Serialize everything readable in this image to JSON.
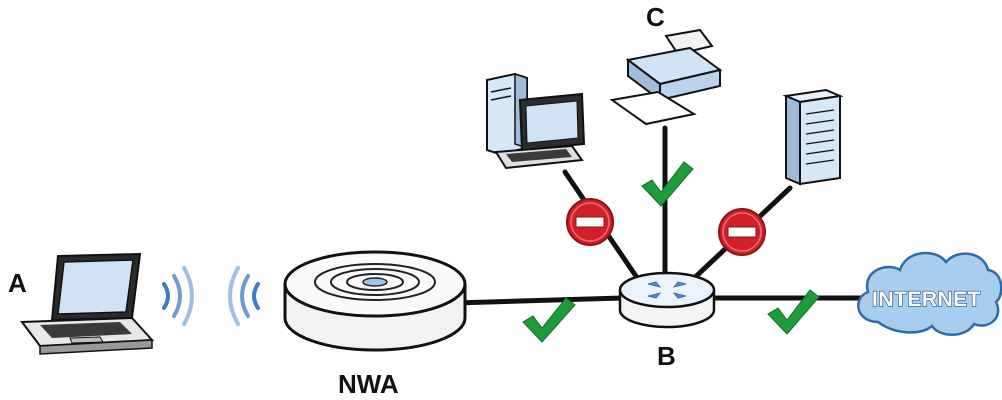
{
  "labels": {
    "laptop": "A",
    "switch": "B",
    "printer": "C",
    "access_point": "NWA",
    "cloud": "INTERNET"
  },
  "colors": {
    "line": "#111111",
    "check": "#1e9c3a",
    "deny": "#d0202a",
    "device_blue": "#cfe3f5",
    "cloud": "#a9cdee"
  },
  "icons": {
    "laptop": "laptop-icon",
    "wifi": "wifi-signal-icon",
    "access_point": "access-point-icon",
    "switch": "switch-icon",
    "desktop": "desktop-computer-icon",
    "printer": "printer-icon",
    "server": "server-icon",
    "cloud": "internet-cloud-icon",
    "allowed": "checkmark-icon",
    "blocked": "no-entry-icon"
  }
}
